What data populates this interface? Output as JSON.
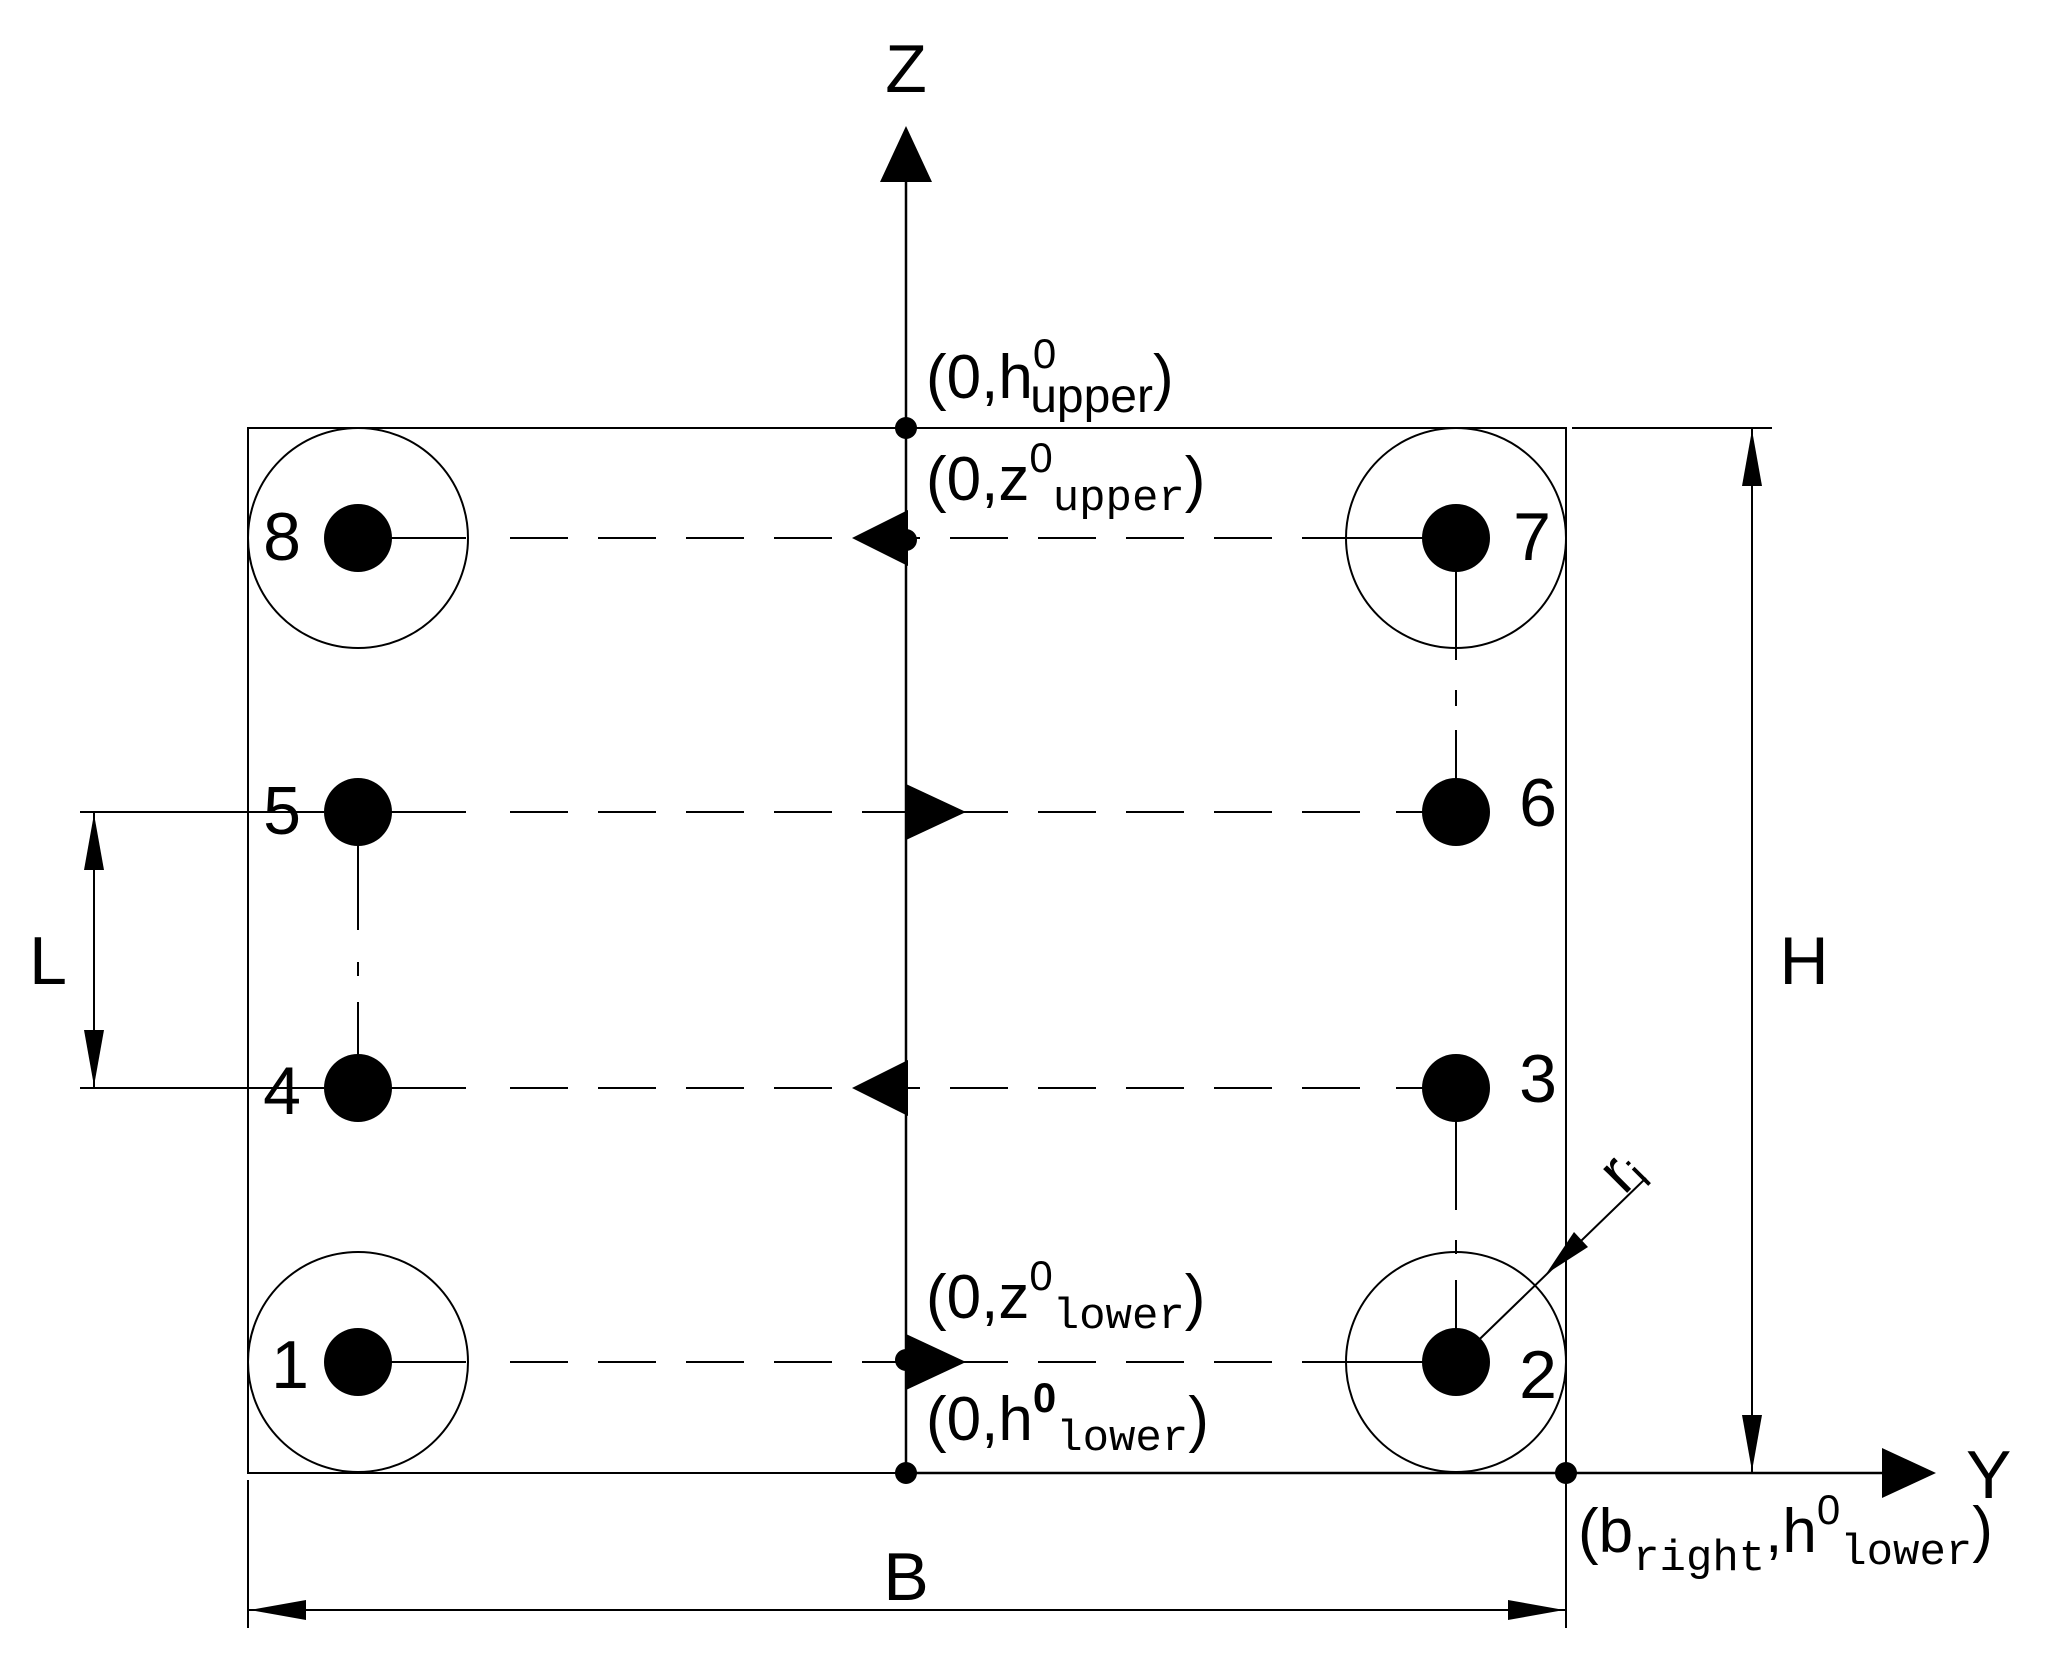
{
  "axes": {
    "z_label": "Z",
    "y_label": "Y"
  },
  "dimensions": {
    "height_label": "H",
    "width_label": "B",
    "spacing_label": "L",
    "radius_label": "r",
    "radius_subscript": "i"
  },
  "annotations": {
    "open_paren": "(",
    "close_paren": ")",
    "comma": ",",
    "origin_zero": "0",
    "h_symbol": "h",
    "z_symbol": "z",
    "b_symbol": "b",
    "superscript": "0",
    "sub_upper": "upper",
    "sub_lower": "lower",
    "sub_right": "right"
  },
  "points": [
    "1",
    "2",
    "3",
    "4",
    "5",
    "6",
    "7",
    "8"
  ],
  "colors": {
    "line": "#000000",
    "background": "#ffffff"
  }
}
